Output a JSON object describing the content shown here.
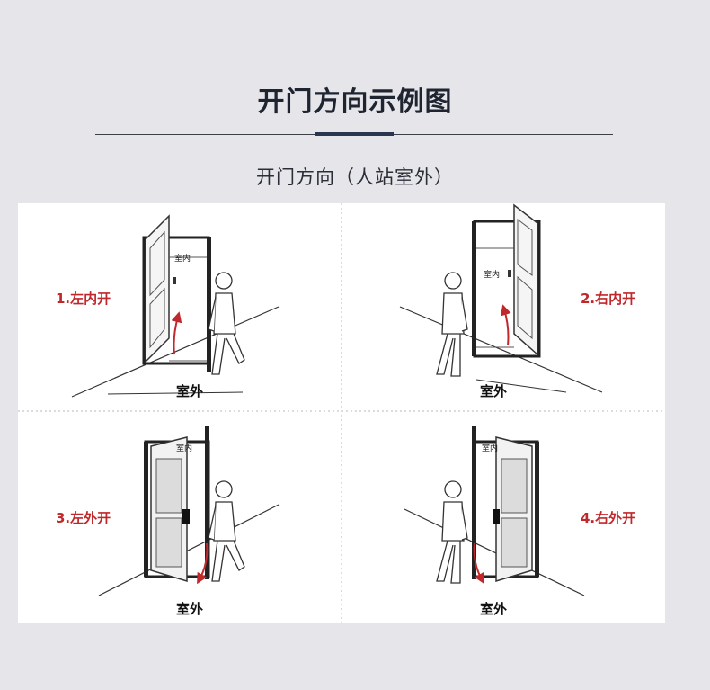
{
  "header": {
    "title": "开门方向示例图",
    "subtitle": "开门方向（人站室外）"
  },
  "labels": {
    "outside": "室外",
    "inside": "室内"
  },
  "cases": [
    {
      "id": "left-in",
      "label": "1.左内开"
    },
    {
      "id": "right-in",
      "label": "2.右内开"
    },
    {
      "id": "left-out",
      "label": "3.左外开"
    },
    {
      "id": "right-out",
      "label": "4.右外开"
    }
  ],
  "colors": {
    "accent": "#c0282b",
    "background": "#e6e6ea",
    "panel": "#ffffff",
    "frame": "#222222"
  }
}
